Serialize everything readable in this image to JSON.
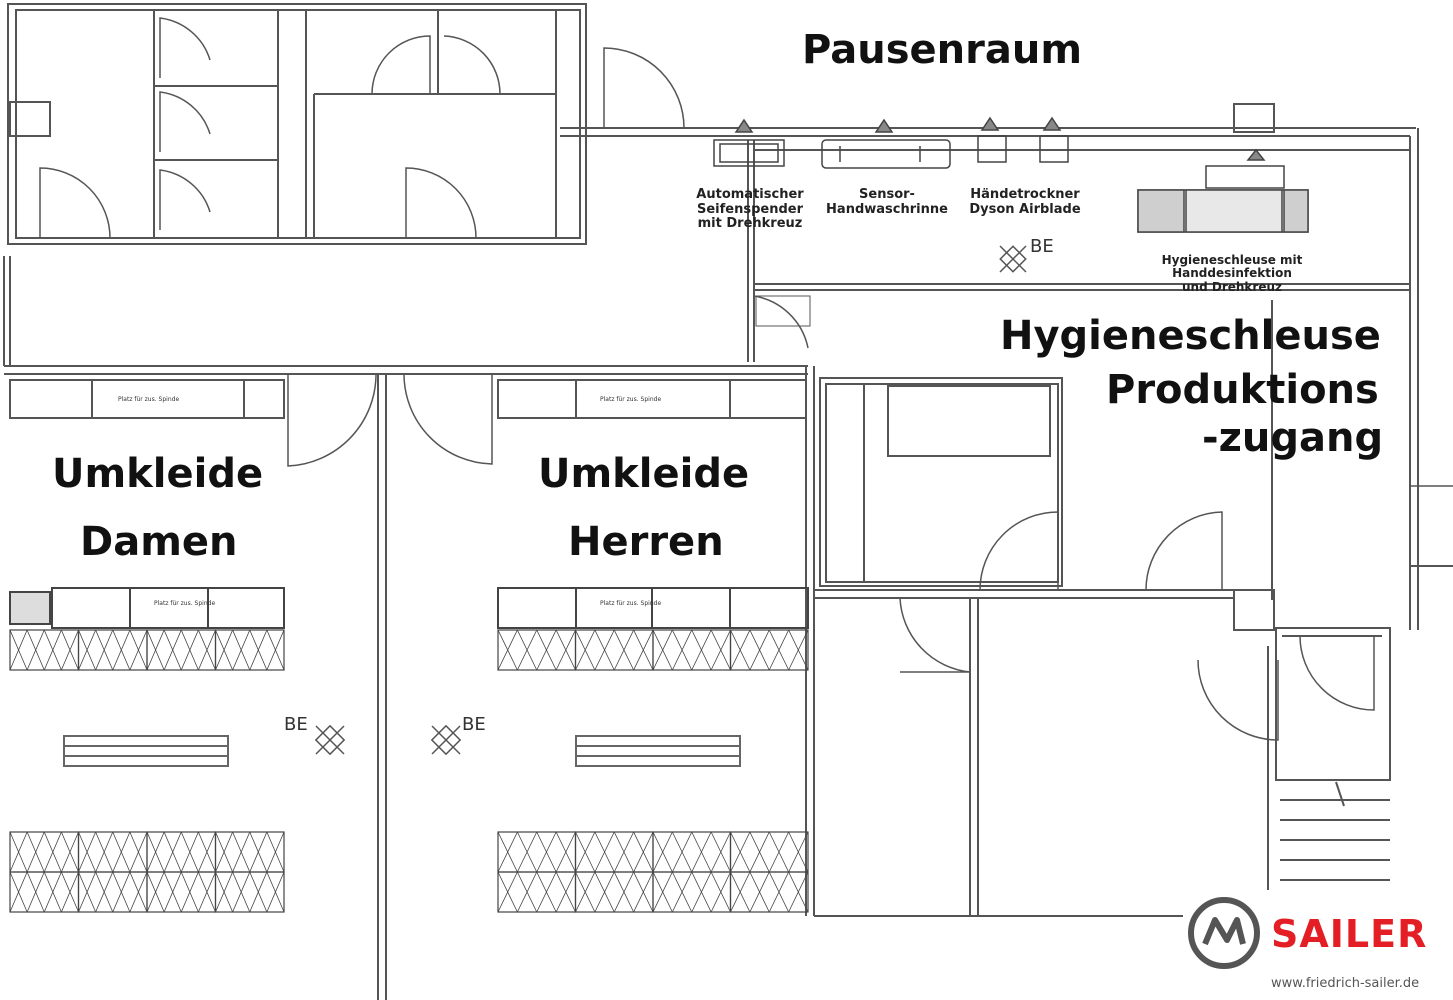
{
  "rooms": {
    "pausenraum": "Pausenraum",
    "hygiene_line1": "Hygieneschleuse",
    "hygiene_line2": "Produktions",
    "hygiene_line3": "-zugang",
    "damen_line1": "Umkleide",
    "damen_line2": "Damen",
    "herren_line1": "Umkleide",
    "herren_line2": "Herren"
  },
  "equipment": {
    "seifen_1": "Automatischer",
    "seifen_2": "Seifenspender",
    "seifen_3": "mit Drehkreuz",
    "rinne_1": "Sensor-",
    "rinne_2": "Handwaschrinne",
    "trockner_1": "Händetrockner",
    "trockner_2": "Dyson Airblade",
    "schleuse_1": "Hygieneschleuse mit",
    "schleuse_2": "Handdesinfektion",
    "schleuse_3": "und Drehkreuz"
  },
  "markers": {
    "be": "BE"
  },
  "bench_labels": {
    "spinde": "Platz für zus. Spinde"
  },
  "brand": {
    "name": "SAILER",
    "url": "www.friedrich-sailer.de",
    "color": "#e31e24",
    "icon": "sailer-logo-icon"
  }
}
